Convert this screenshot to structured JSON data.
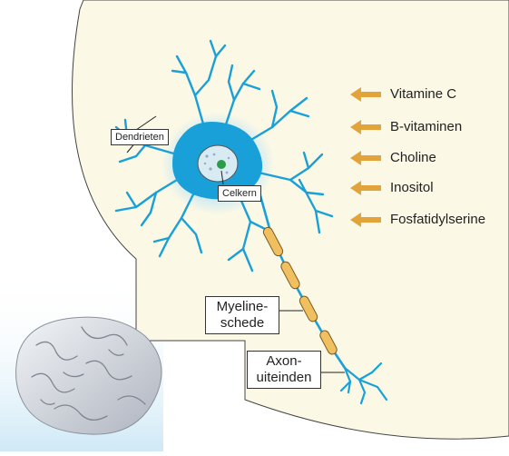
{
  "labels": {
    "dendrites": "Dendrieten",
    "nucleus": "Celkern",
    "myelin": [
      "Myeline-",
      "schede"
    ],
    "axon_terminals": [
      "Axon-",
      "uiteinden"
    ]
  },
  "nutrients": [
    "Vitamine C",
    "B-vitaminen",
    "Choline",
    "Inositol",
    "Fosfatidylserine"
  ],
  "colors": {
    "neuron": "#1aa0d8",
    "cell_body_glow": "#bfe6f5",
    "background_panel": "#fbf8e6",
    "arrow": "#e2a43a",
    "myelin": "#f0c060",
    "nucleus": "#2a9d4a"
  },
  "icons": {
    "brain": "brain-illustration",
    "arrow": "arrow-left-icon"
  }
}
